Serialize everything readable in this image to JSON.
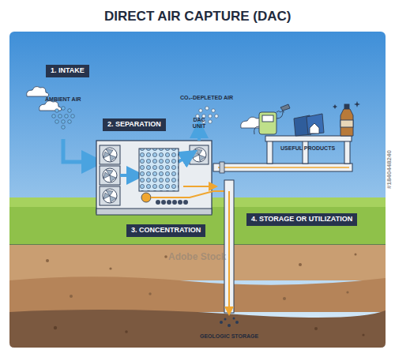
{
  "diagram": {
    "title": "DIRECT AIR CAPTURE (DAC)",
    "nodes": [
      {
        "text": [
          "1. INTAKE"
        ]
      },
      {
        "text": [
          "2. SEPARATION"
        ]
      },
      {
        "text": [
          "3. CONCENTRATION"
        ]
      },
      {
        "text": [
          "4. STORAGE OR UTILIZATION"
        ]
      }
    ],
    "labels": [
      "AMBIENT AIR",
      "CO₂-DEPLETED AIR",
      "DAC UNIT",
      "USEFUL PRODUCTS",
      "GEOLOGIC STORAGE",
      "Adobe Stock",
      "#1840448240"
    ]
  }
}
